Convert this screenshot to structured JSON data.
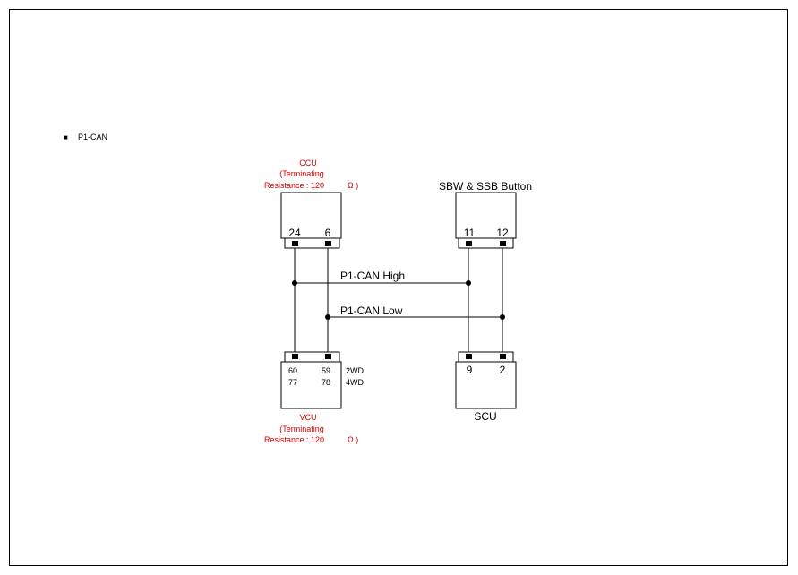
{
  "section": {
    "bullet": "■",
    "title": "P1-CAN"
  },
  "ccu": {
    "name": "CCU",
    "note_line1": "(Terminating",
    "note_line2": "Resistance : 120",
    "note_unit": "Ω )",
    "pins": [
      "24",
      "6"
    ]
  },
  "sbw": {
    "name": "SBW & SSB Button",
    "pins": [
      "11",
      "12"
    ]
  },
  "vcu": {
    "name": "VCU",
    "note_line1": "(Terminating",
    "note_line2": "Resistance : 120",
    "note_unit": "Ω )",
    "pins_row1": [
      "60",
      "59"
    ],
    "pins_row2": [
      "77",
      "78"
    ],
    "variant_row1": "2WD",
    "variant_row2": "4WD"
  },
  "scu": {
    "name": "SCU",
    "pins": [
      "9",
      "2"
    ]
  },
  "buses": {
    "high": "P1-CAN High",
    "low": "P1-CAN Low"
  },
  "colors": {
    "note": "#d40000",
    "line": "#000000"
  }
}
